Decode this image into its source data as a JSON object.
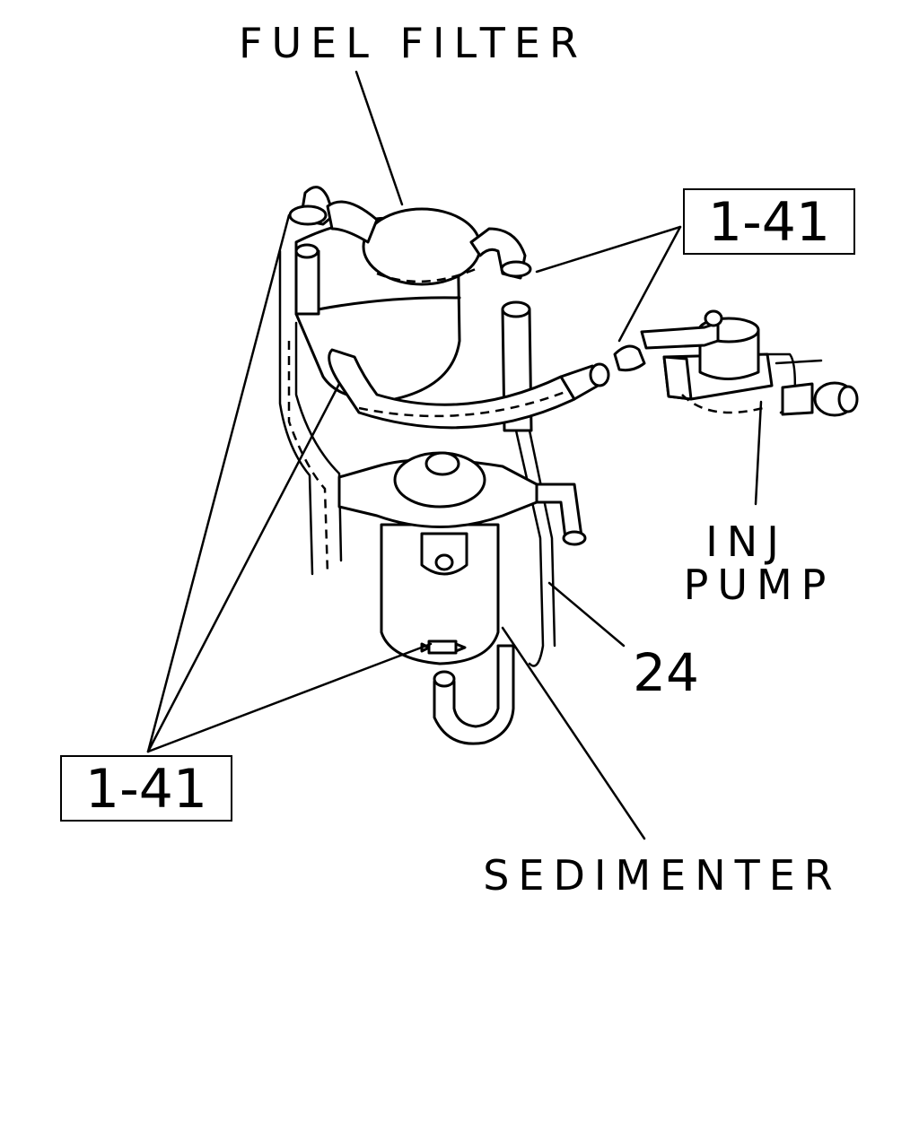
{
  "labels": {
    "fuel_filter": "FUEL FILTER",
    "inj_pump_line1": "INJ",
    "inj_pump_line2": "PUMP",
    "part_number": "24",
    "sedimenter": "SEDIMENTER"
  },
  "callouts": {
    "ref_upper": "1-41",
    "ref_lower": "1-41"
  }
}
